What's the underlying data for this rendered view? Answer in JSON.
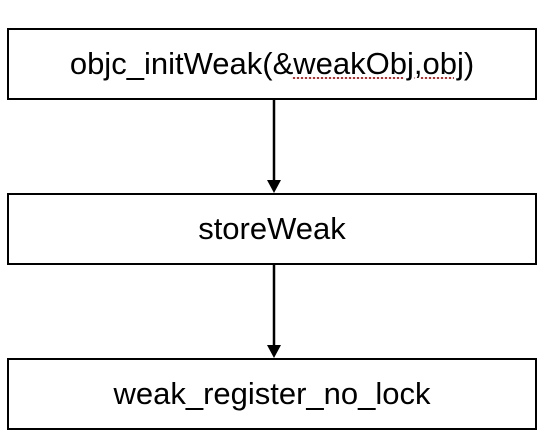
{
  "nodes": [
    {
      "label_prefix": "objc_initWeak(&",
      "label_underlined": "weakObj,obj",
      "label_suffix": ")"
    },
    {
      "label": "storeWeak"
    },
    {
      "label": "weak_register_no_lock"
    }
  ],
  "edges": [
    {
      "from": 0,
      "to": 1
    },
    {
      "from": 1,
      "to": 2
    }
  ],
  "colors": {
    "stroke": "#000000",
    "spellcheck_underline": "#e02020"
  }
}
